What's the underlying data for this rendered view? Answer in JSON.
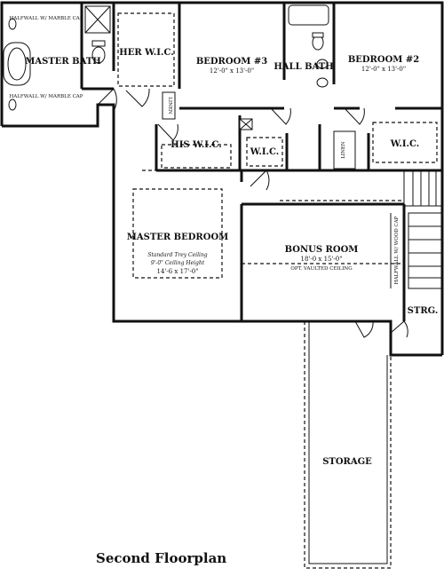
{
  "title": "Second Floorplan",
  "rooms": {
    "master_bath": "MASTER BATH",
    "halfwall_top": "HALFWALL W/ MARBLE CAP",
    "halfwall_bottom": "HALFWALL W/ MARBLE CAP",
    "her_wic": "HER W.I.C.",
    "bedroom3": {
      "name": "BEDROOM #3",
      "dims": "12'-0\" x 13'-0\""
    },
    "hall_bath": "HALL BATH",
    "bedroom2": {
      "name": "BEDROOM #2",
      "dims": "12'-0\" x 13'-0\""
    },
    "linen_left": "LINEN",
    "linen_right": "LINEN",
    "his_wic": "HIS W.I.C.",
    "wic_mid": "W.I.C.",
    "wic_right": "W.I.C.",
    "master_bedroom": {
      "name": "MASTER BEDROOM",
      "ceiling": "Standard Trey Ceiling",
      "height": "9'-0\" Ceiling Height",
      "dims": "14'-6 x 17'-0\""
    },
    "bonus_room": {
      "name": "BONUS ROOM",
      "dims": "18'-0 x 15'-0\"",
      "ceiling": "OPT. VAULTED CEILING"
    },
    "halfwall_stair": "HALFWALL W/ WOOD CAP",
    "storage_small": "STRG.",
    "storage": "STORAGE"
  }
}
